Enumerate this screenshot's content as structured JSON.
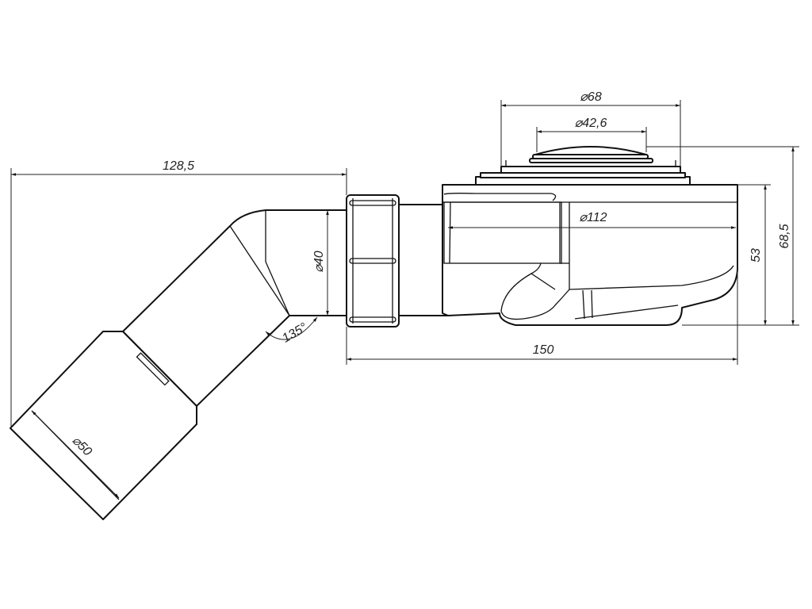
{
  "drawing": {
    "dimensions": {
      "overall_length": "128,5",
      "outer_plate_diameter": "⌀68",
      "grate_diameter": "⌀42,6",
      "body_diameter": "⌀112",
      "body_height": "53",
      "total_height": "68,5",
      "outlet_diameter": "⌀40",
      "elbow_angle": "135°",
      "trap_length": "150",
      "socket_diameter": "⌀50"
    }
  }
}
